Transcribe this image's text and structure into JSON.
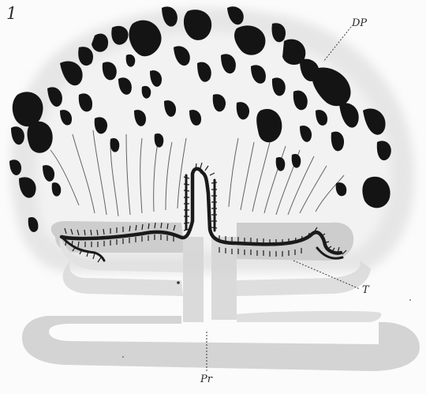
{
  "figure": {
    "number": "1",
    "labels": {
      "dp": "DP",
      "t": "T",
      "pr": "Pr"
    }
  },
  "colors": {
    "ink": "#141414",
    "tissue": "#cfcfcf",
    "tissue_light": "#e4e4e4",
    "paper": "#fbfbfb"
  }
}
